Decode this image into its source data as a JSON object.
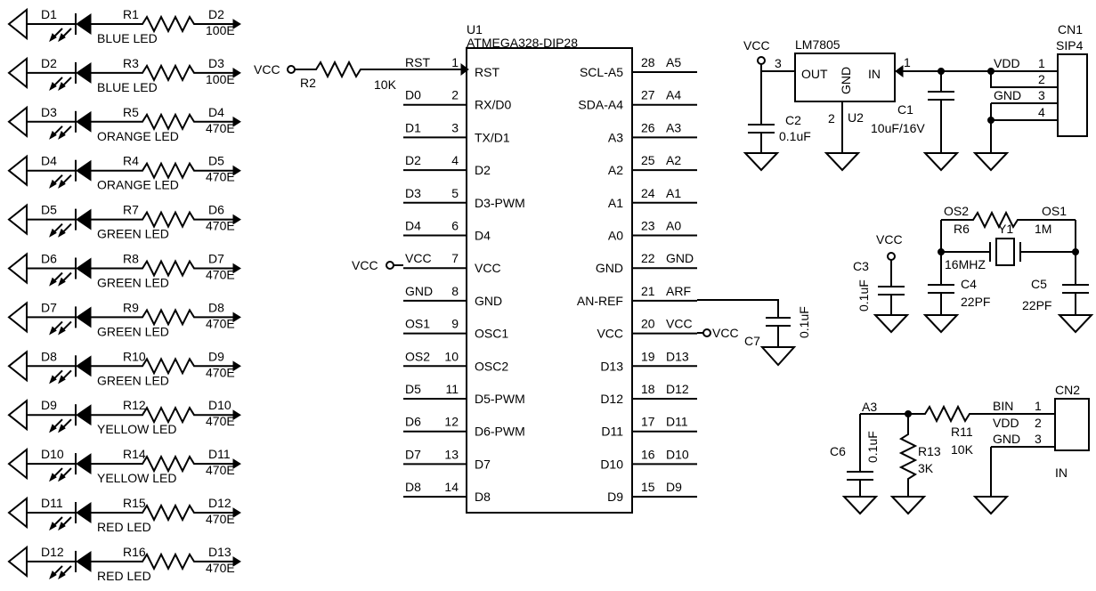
{
  "leds": [
    {
      "led": "D1",
      "res": "R1",
      "label": "BLUE LED",
      "pin": "D2",
      "value": "100E"
    },
    {
      "led": "D2",
      "res": "R3",
      "label": "BLUE LED",
      "pin": "D3",
      "value": "100E"
    },
    {
      "led": "D3",
      "res": "R5",
      "label": "ORANGE LED",
      "pin": "D4",
      "value": "470E"
    },
    {
      "led": "D4",
      "res": "R4",
      "label": "ORANGE LED",
      "pin": "D5",
      "value": "470E"
    },
    {
      "led": "D5",
      "res": "R7",
      "label": "GREEN LED",
      "pin": "D6",
      "value": "470E"
    },
    {
      "led": "D6",
      "res": "R8",
      "label": "GREEN LED",
      "pin": "D7",
      "value": "470E"
    },
    {
      "led": "D7",
      "res": "R9",
      "label": "GREEN LED",
      "pin": "D8",
      "value": "470E"
    },
    {
      "led": "D8",
      "res": "R10",
      "label": "GREEN LED",
      "pin": "D9",
      "value": "470E"
    },
    {
      "led": "D9",
      "res": "R12",
      "label": "YELLOW LED",
      "pin": "D10",
      "value": "470E"
    },
    {
      "led": "D10",
      "res": "R14",
      "label": "YELLOW LED",
      "pin": "D11",
      "value": "470E"
    },
    {
      "led": "D11",
      "res": "R15",
      "label": "RED LED",
      "pin": "D12",
      "value": "470E"
    },
    {
      "led": "D12",
      "res": "R16",
      "label": "RED LED",
      "pin": "D13",
      "value": "470E"
    }
  ],
  "mcu": {
    "ref": "U1",
    "part": "ATMEGA328-DIP28",
    "left_pins": [
      {
        "num": "1",
        "net": "RST",
        "name": "RST"
      },
      {
        "num": "2",
        "net": "D0",
        "name": "RX/D0"
      },
      {
        "num": "3",
        "net": "D1",
        "name": "TX/D1"
      },
      {
        "num": "4",
        "net": "D2",
        "name": "D2"
      },
      {
        "num": "5",
        "net": "D3",
        "name": "D3-PWM"
      },
      {
        "num": "6",
        "net": "D4",
        "name": "D4"
      },
      {
        "num": "7",
        "net": "VCC",
        "name": "VCC"
      },
      {
        "num": "8",
        "net": "GND",
        "name": "GND"
      },
      {
        "num": "9",
        "net": "OS1",
        "name": "OSC1"
      },
      {
        "num": "10",
        "net": "OS2",
        "name": "OSC2"
      },
      {
        "num": "11",
        "net": "D5",
        "name": "D5-PWM"
      },
      {
        "num": "12",
        "net": "D6",
        "name": "D6-PWM"
      },
      {
        "num": "13",
        "net": "D7",
        "name": "D7"
      },
      {
        "num": "14",
        "net": "D8",
        "name": "D8"
      }
    ],
    "right_pins": [
      {
        "num": "28",
        "net": "A5",
        "name": "SCL-A5"
      },
      {
        "num": "27",
        "net": "A4",
        "name": "SDA-A4"
      },
      {
        "num": "26",
        "net": "A3",
        "name": "A3"
      },
      {
        "num": "25",
        "net": "A2",
        "name": "A2"
      },
      {
        "num": "24",
        "net": "A1",
        "name": "A1"
      },
      {
        "num": "23",
        "net": "A0",
        "name": "A0"
      },
      {
        "num": "22",
        "net": "GND",
        "name": "GND"
      },
      {
        "num": "21",
        "net": "ARF",
        "name": "AN-REF"
      },
      {
        "num": "20",
        "net": "VCC",
        "name": "VCC"
      },
      {
        "num": "19",
        "net": "D13",
        "name": "D13"
      },
      {
        "num": "18",
        "net": "D12",
        "name": "D12"
      },
      {
        "num": "17",
        "net": "D11",
        "name": "D11"
      },
      {
        "num": "16",
        "net": "D10",
        "name": "D10"
      },
      {
        "num": "15",
        "net": "D9",
        "name": "D9"
      }
    ]
  },
  "reset": {
    "vcc": "VCC",
    "res": "R2",
    "value": "10K"
  },
  "vcc_pin7": "VCC",
  "vcc_pin20": "VCC",
  "c7": {
    "ref": "C7",
    "value": "0.1uF"
  },
  "regulator": {
    "part": "LM7805",
    "ref": "U2",
    "out": "OUT",
    "gnd": "GND",
    "in": "IN",
    "pin_out": "3",
    "pin_gnd": "2",
    "pin_in": "1",
    "vcc": "VCC",
    "c2_ref": "C2",
    "c2_value": "0.1uF",
    "c1_ref": "C1",
    "c1_value": "10uF/16V"
  },
  "cn1": {
    "ref": "CN1",
    "type": "SIP4",
    "vdd": "VDD",
    "gnd": "GND",
    "pins": [
      "1",
      "2",
      "3",
      "4"
    ]
  },
  "osc": {
    "os2": "OS2",
    "os1": "OS1",
    "r6": "R6",
    "y1": "Y1",
    "r_value": "1M",
    "freq": "16MHZ",
    "c4_ref": "C4",
    "c4_value": "22PF",
    "c5_ref": "C5",
    "c5_value": "22PF"
  },
  "c3": {
    "vcc": "VCC",
    "ref": "C3",
    "value": "0.1uF"
  },
  "cn2": {
    "ref": "CN2",
    "in": "IN",
    "a3": "A3",
    "bin": "BIN",
    "vdd": "VDD",
    "gnd": "GND",
    "pins": [
      "1",
      "2",
      "3"
    ],
    "c6_ref": "C6",
    "c6_value": "0.1uF",
    "r13_ref": "R13",
    "r13_value": "3K",
    "r11_ref": "R11",
    "r11_value": "10K"
  }
}
